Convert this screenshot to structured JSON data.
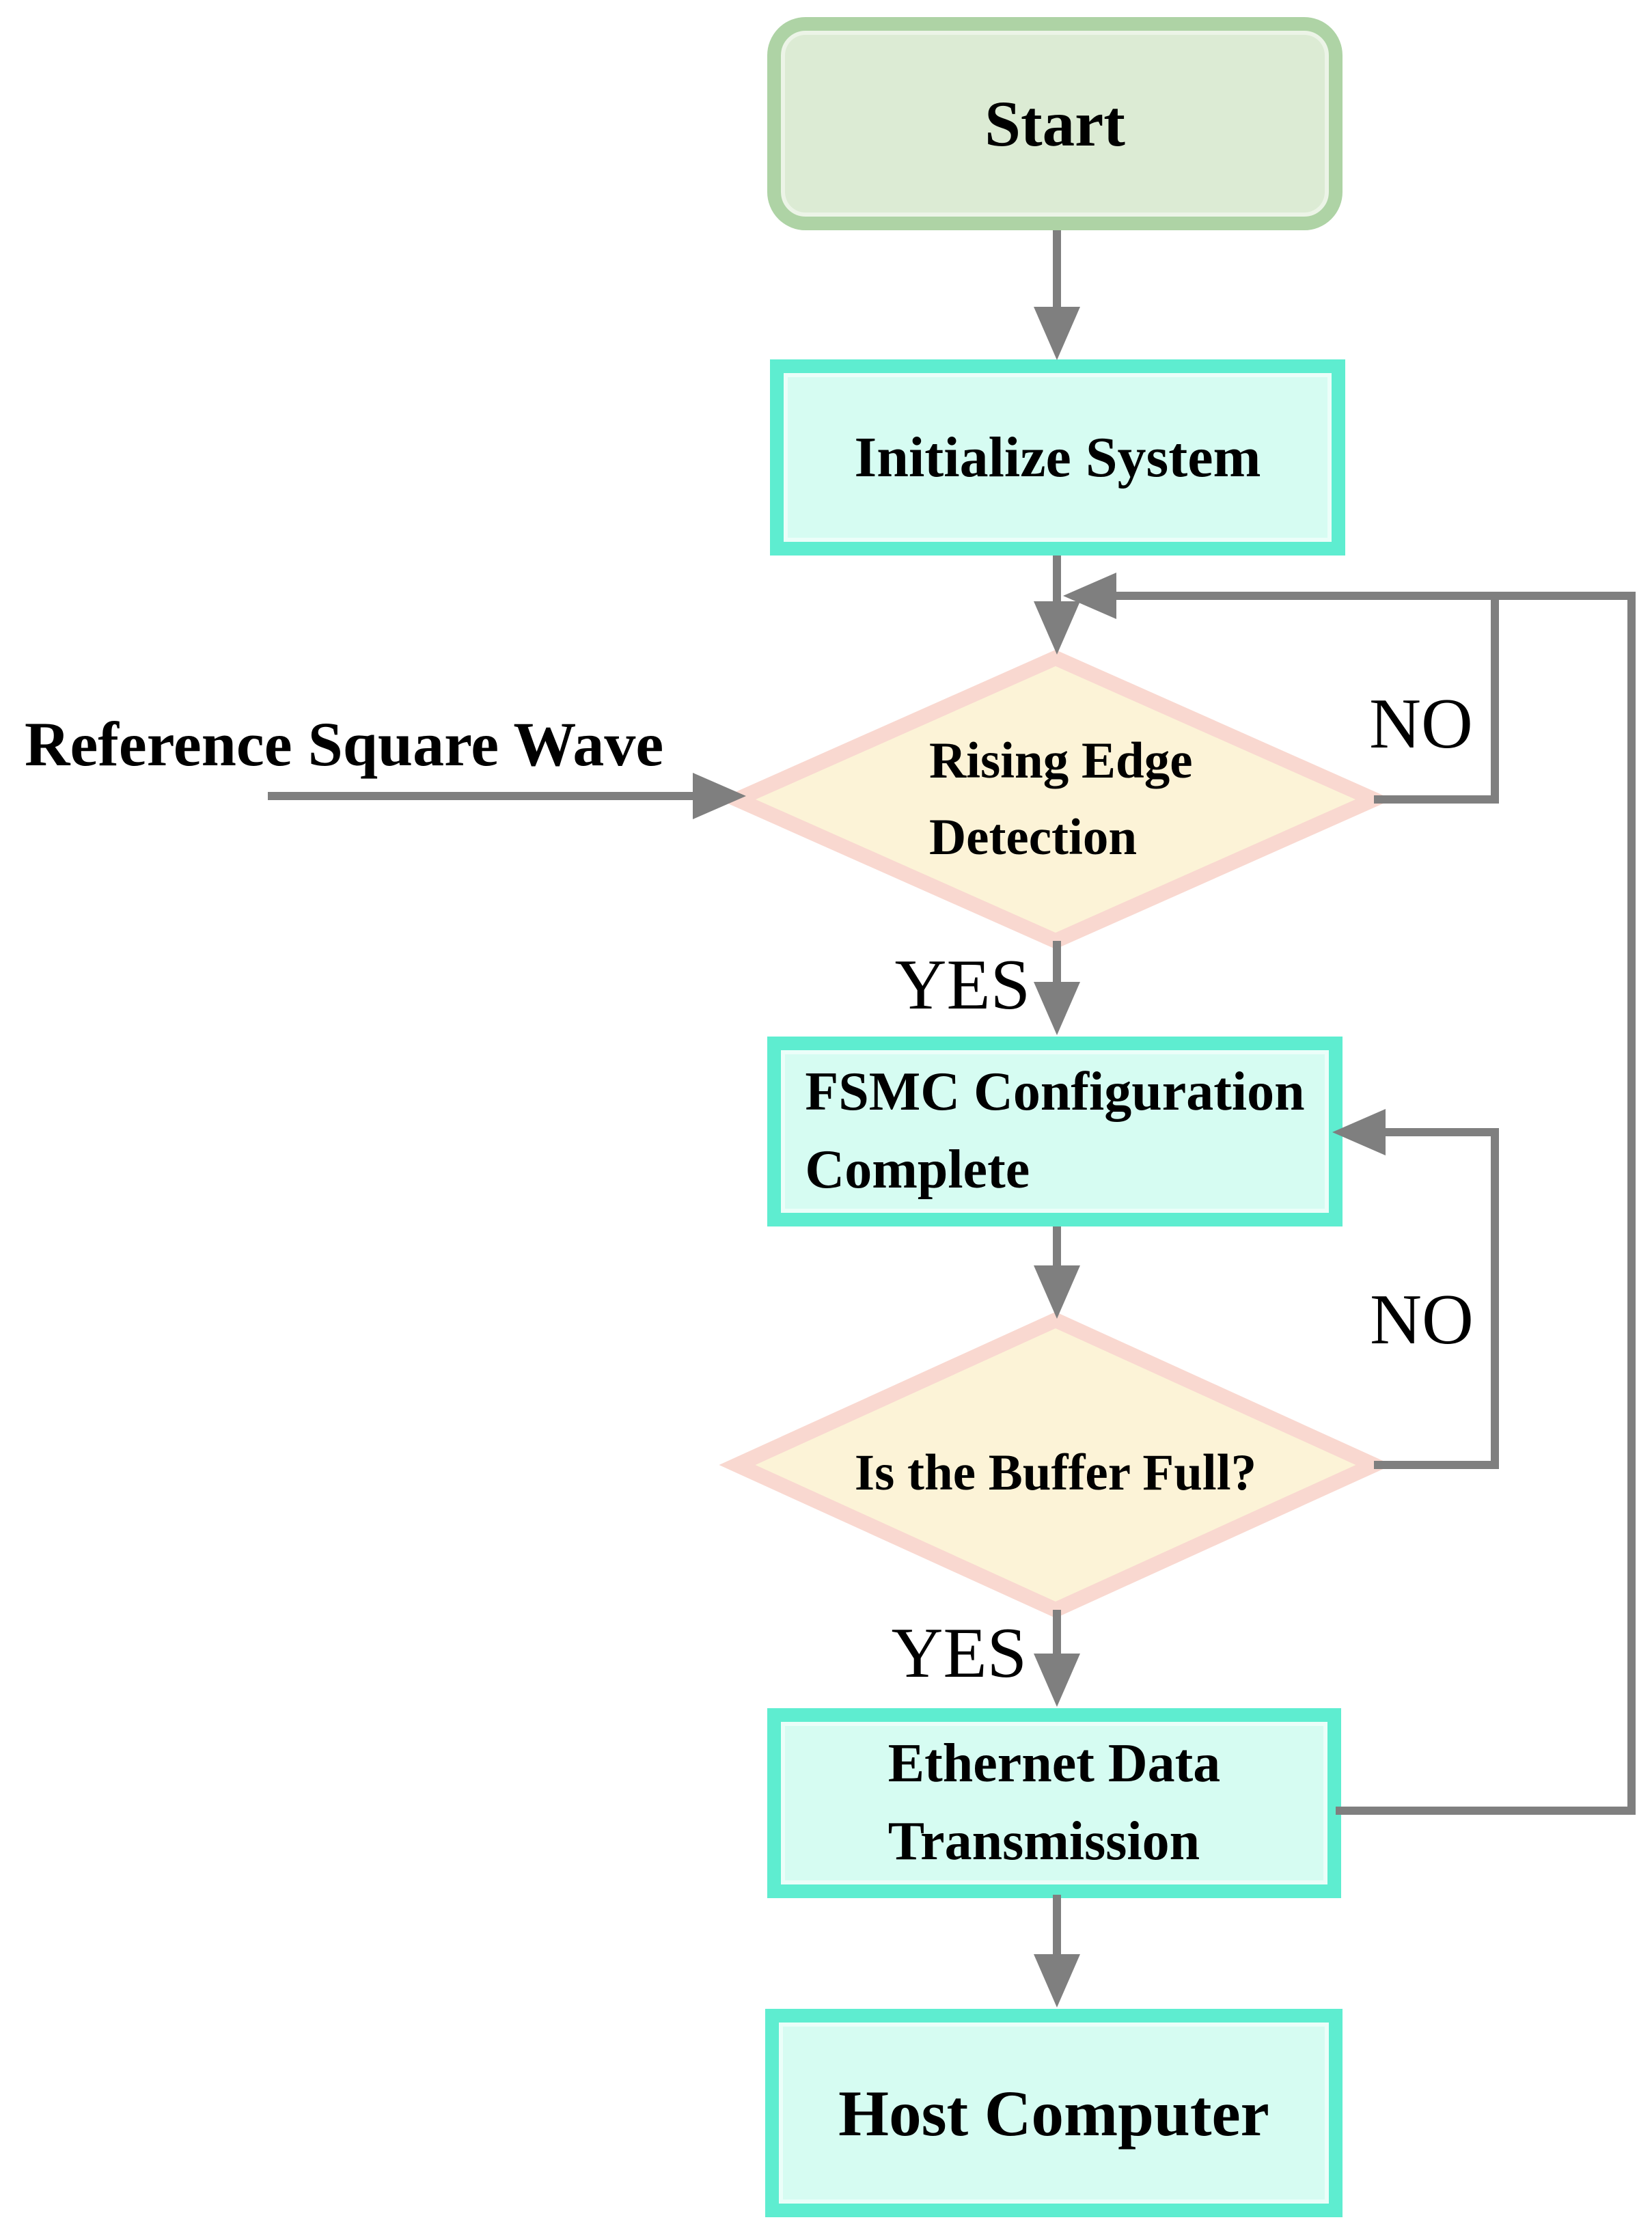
{
  "flowchart": {
    "background": "#ffffff",
    "connector_color": "#7f7f7f",
    "text_color": "#000000",
    "nodes": {
      "start": {
        "label": "Start",
        "shape": "rounded-terminator",
        "fill": "#dcebd4",
        "border": "#aed3a5"
      },
      "initialize": {
        "label": "Initialize System",
        "shape": "process",
        "fill": "#d6fcf2",
        "border": "#5eedd0"
      },
      "rising_edge": {
        "line1": "Rising Edge",
        "line2": "Detection",
        "shape": "decision",
        "fill": "#fcf3d7",
        "border": "#f9d8d0"
      },
      "fsmc": {
        "line1": "FSMC Configuration",
        "line2": "Complete",
        "shape": "process",
        "fill": "#d6fcf2",
        "border": "#5eedd0"
      },
      "buffer": {
        "label": "Is the Buffer Full?",
        "shape": "decision",
        "fill": "#fcf3d7",
        "border": "#f9d8d0"
      },
      "ethernet": {
        "line1": "Ethernet Data",
        "line2": "Transmission",
        "shape": "process",
        "fill": "#d6fcf2",
        "border": "#5eedd0"
      },
      "host": {
        "label": "Host Computer",
        "shape": "process",
        "fill": "#d6fcf2",
        "border": "#5eedd0"
      }
    },
    "labels": {
      "input": "Reference Square Wave",
      "rising_yes": "YES",
      "rising_no": "NO",
      "buffer_yes": "YES",
      "buffer_no": "NO"
    }
  }
}
